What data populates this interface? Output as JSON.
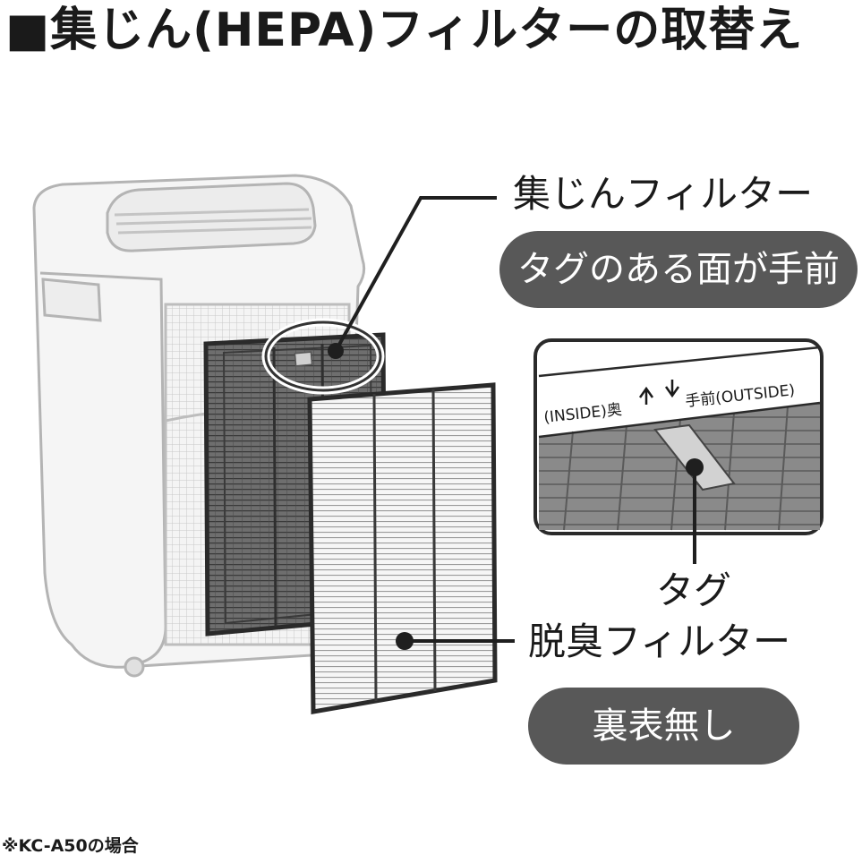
{
  "title": "■集じん(HEPA)フィルターの取替え",
  "labels": {
    "dust_filter": "集じんフィルター",
    "dust_filter_note": "タグのある面が手前",
    "tag": "タグ",
    "deodorizing_filter": "脱臭フィルター",
    "deodorizing_filter_note": "裏表無し"
  },
  "inset": {
    "inside_label": "(INSIDE)奥",
    "outside_label": "手前(OUTSIDE)"
  },
  "footnote": "※KC-A50の場合"
}
